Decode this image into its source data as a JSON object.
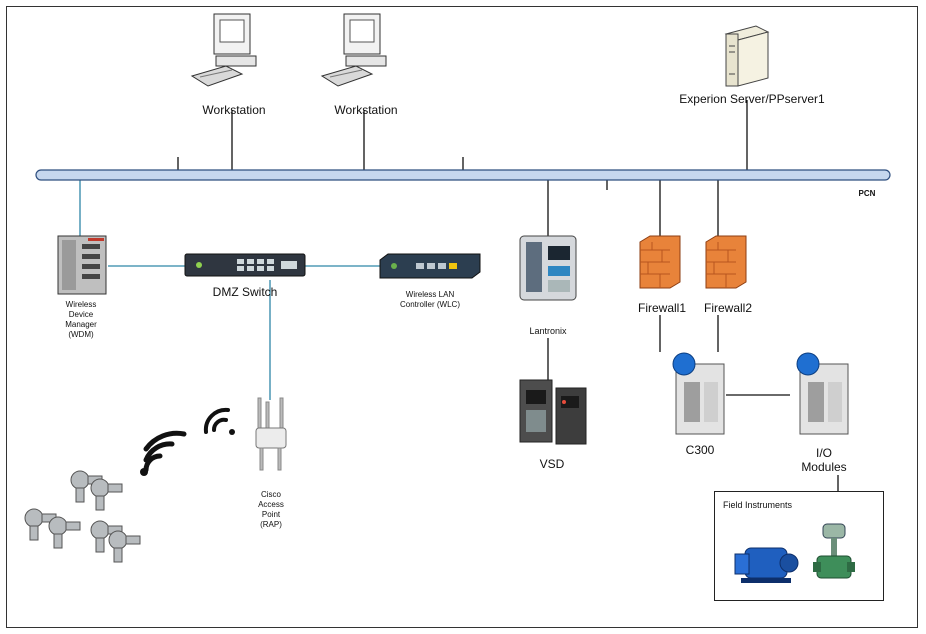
{
  "network": {
    "name": "PCN"
  },
  "nodes": {
    "workstation_1": "Workstation",
    "workstation_2": "Workstation",
    "server": "Experion Server/PPserver1",
    "wdm": [
      "Wireless",
      "Device",
      "Manager",
      "(WDM)"
    ],
    "dmz_switch": "DMZ Switch",
    "wlc": [
      "Wireless LAN",
      "Controller (WLC)"
    ],
    "lantronix": "Lantronix",
    "firewall_1": "Firewall1",
    "firewall_2": "Firewall2",
    "vsd": "VSD",
    "c300": "C300",
    "io_modules": [
      "I/O",
      "Modules"
    ],
    "access_point": [
      "Cisco",
      "Access",
      "Point",
      "(RAP)"
    ],
    "field_instruments": "Field Instruments"
  },
  "colors": {
    "bus_fill": "#c6d7ee",
    "bus_stroke": "#2f4f7f",
    "link_blue": "#2e86a8",
    "link_black": "#111111",
    "firewall": "#e8833a",
    "c300_badge": "#1f6fd1"
  },
  "icons": [
    "workstation-icon",
    "server-icon",
    "wdm-icon",
    "switch-icon",
    "wlc-icon",
    "lantronix-icon",
    "firewall-icon",
    "vsd-icon",
    "c300-icon",
    "io-module-icon",
    "access-point-icon",
    "wireless-signal-icon",
    "transmitter-icon",
    "pump-icon",
    "valve-icon"
  ]
}
